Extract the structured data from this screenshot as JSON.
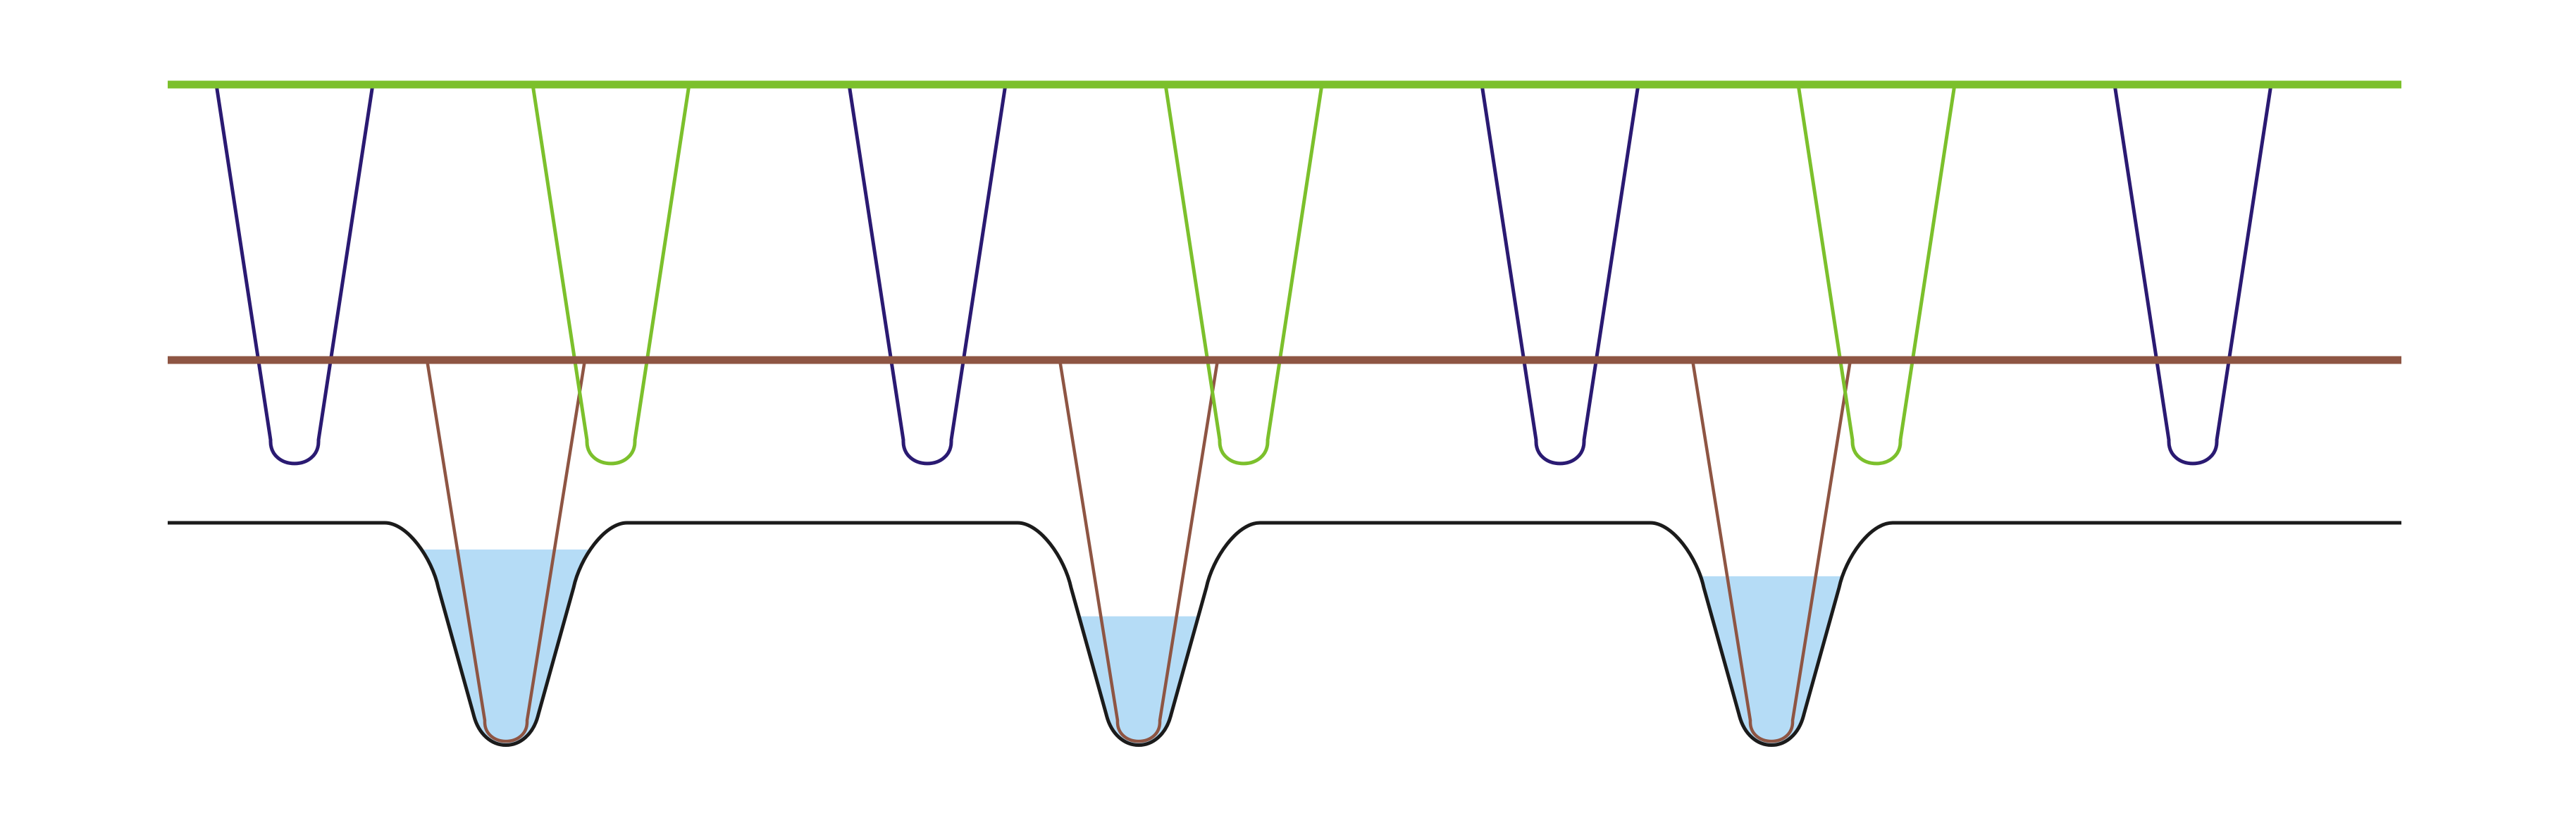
{
  "colors": {
    "background": "#ffffff",
    "green": "#7cc02c",
    "brown": "#8e5543",
    "navy": "#2a1a72",
    "black": "#1b1b1b",
    "liquid": "#b5dcf6"
  },
  "rows": {
    "top": {
      "rail_color": "green",
      "tip_sequence": [
        "navy",
        "green",
        "navy",
        "green",
        "navy",
        "green",
        "navy"
      ]
    },
    "middle": {
      "rail_color": "brown",
      "tip_color": "brown",
      "tip_count": 3
    },
    "bottom": {
      "plate_color": "black",
      "well_count": 3,
      "well_fill_fractions": [
        0.88,
        0.58,
        0.76
      ]
    }
  }
}
